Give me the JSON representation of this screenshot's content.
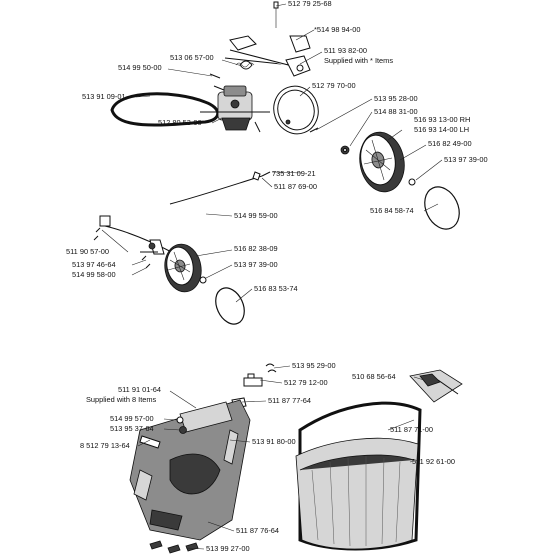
{
  "diagram": {
    "labels": [
      "512 79 25-68",
      "*514 98 94-00",
      "511 93 82-00",
      "Supplied with * Items",
      "513 06 57-00",
      "514 99 50-00",
      "513 91 09-01",
      "512 80 53-00",
      "512 79 70-00",
      "513 95 28-00",
      "514 88 31-00",
      "516 93 13-00 RH",
      "516 93 14-00 LH",
      "516 82 49-00",
      "513 97 39-00",
      "735 31 09-21",
      "511 87 69-00",
      "516 84 58-74",
      "514 99 59-00",
      "511 90 57-00",
      "516 82 38-09",
      "513 97 46-64",
      "513 97 39-00",
      "514 99 58-00",
      "516 83 53-74",
      "513 95 29-00",
      "512 79 12-00",
      "510 68 56-64",
      "511 91 01-64",
      "Supplied with 8 Items",
      "511 87 77-64",
      "514 99 57-00",
      "513 95 37-64",
      "511 87 71-00",
      "513 91 80-00",
      "8 512 79 13-64",
      "511 92 61-00",
      "511 87 76-64",
      "513 99 27-00"
    ]
  }
}
